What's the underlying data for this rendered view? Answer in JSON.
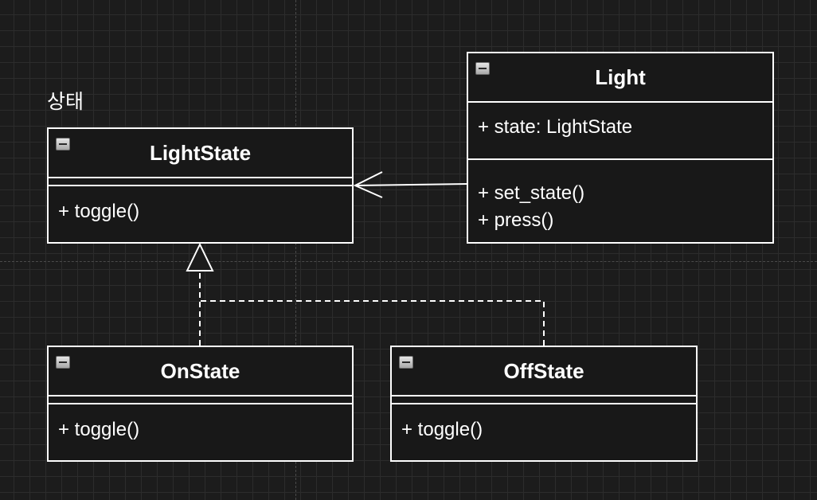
{
  "diagram": {
    "group_label": "상태",
    "classes": {
      "light_state": {
        "name": "LightState",
        "attributes": [],
        "methods": [
          "+ toggle()"
        ]
      },
      "light": {
        "name": "Light",
        "attributes": [
          "+ state: LightState"
        ],
        "methods": [
          "+ set_state()",
          "+ press()"
        ]
      },
      "on_state": {
        "name": "OnState",
        "attributes": [],
        "methods": [
          "+ toggle()"
        ]
      },
      "off_state": {
        "name": "OffState",
        "attributes": [],
        "methods": [
          "+ toggle()"
        ]
      }
    },
    "relations": [
      {
        "type": "association",
        "from": "Light",
        "to": "LightState",
        "arrow": "open"
      },
      {
        "type": "realization",
        "from": "OnState",
        "to": "LightState",
        "arrow": "hollow-triangle"
      },
      {
        "type": "realization",
        "from": "OffState",
        "to": "LightState",
        "arrow": "hollow-triangle"
      }
    ],
    "icons": [
      "collapse-icon"
    ],
    "colors": {
      "background": "#1c1c1c",
      "stroke": "#ffffff",
      "text": "#ffffff"
    }
  }
}
